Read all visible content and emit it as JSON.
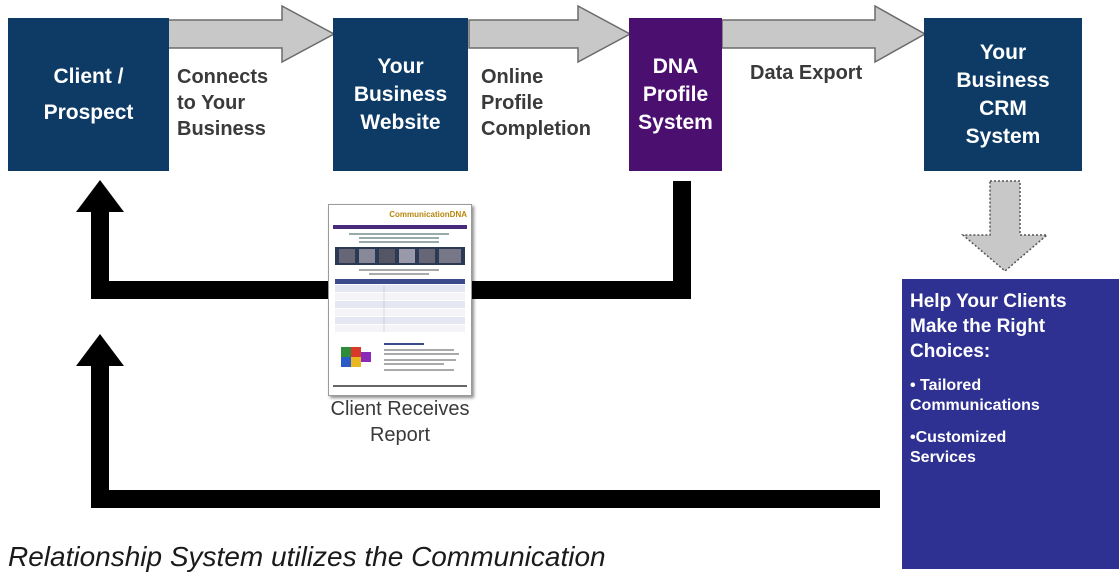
{
  "boxes": {
    "client": "Client /\nProspect",
    "website": "Your\nBusiness\nWebsite",
    "dna": "DNA\nProfile\nSystem",
    "crm": "Your\nBusiness\nCRM\nSystem"
  },
  "arrow_labels": {
    "connects": "Connects\nto Your\nBusiness",
    "online": "Online\nProfile\nCompletion",
    "export": "Data Export"
  },
  "report": {
    "brand": "CommunicationDNA",
    "caption": "Client Receives\nReport"
  },
  "help": {
    "heading": "Help Your Clients\nMake the Right\nChoices:",
    "bullet1": "• Tailored\n  Communications",
    "bullet2": "•Customized\nServices"
  },
  "footer": "Relationship System utilizes the Communication",
  "colors": {
    "navy": "#0d3b66",
    "purple": "#4b0f6f",
    "help_blue": "#2f3192",
    "arrow_gray": "#c8c8c8",
    "arrow_black": "#000000"
  }
}
